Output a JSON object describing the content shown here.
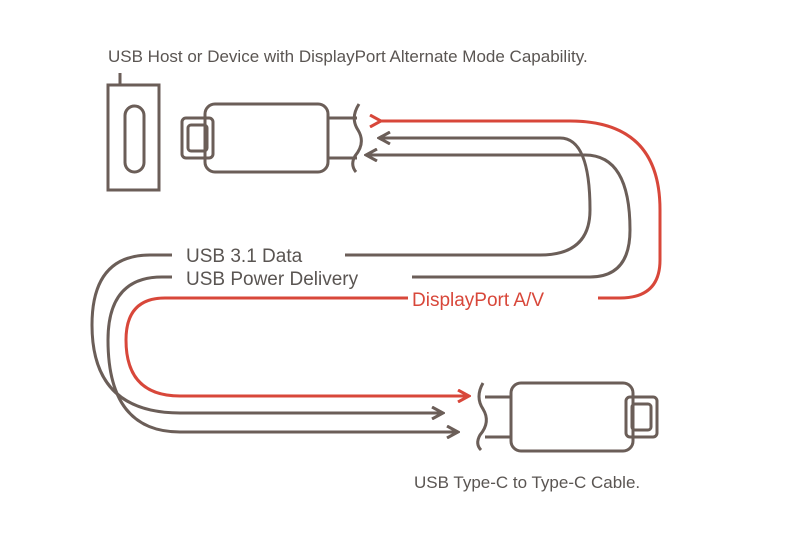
{
  "diagram": {
    "top_caption": "USB Host or Device with DisplayPort Alternate Mode Capability.",
    "bottom_caption": "USB Type-C to Type-C Cable.",
    "labels": {
      "usb_data": "USB 3.1 Data",
      "usb_power": "USB Power Delivery",
      "displayport": "DisplayPort A/V"
    },
    "colors": {
      "line": "#6b5e58",
      "accent": "#d8473a",
      "text": "#5a5552",
      "background": "#ffffff"
    }
  }
}
